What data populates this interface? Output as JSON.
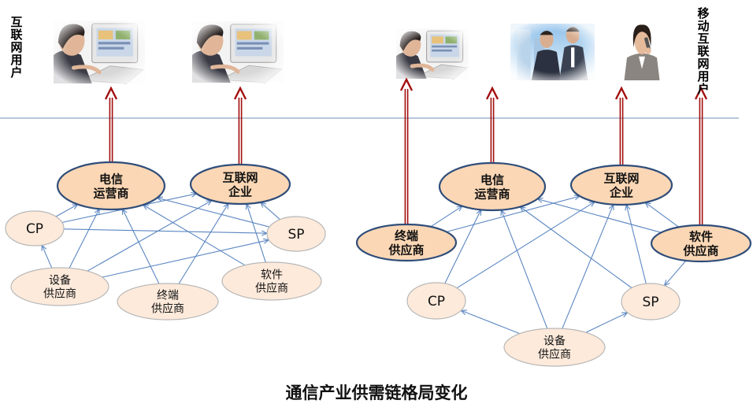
{
  "title": "通信产业供需链格局变化",
  "left_user_label": "互联网用户",
  "right_user_label": "移动互联网用户",
  "nodes": {
    "left_telecom_operator": [
      "电信",
      "运营商"
    ],
    "left_internet_enterprise": [
      "互联网",
      "企业"
    ],
    "left_cp": [
      "CP"
    ],
    "left_sp": [
      "SP"
    ],
    "left_equipment_supplier": [
      "设备",
      "供应商"
    ],
    "left_terminal_supplier": [
      "终端",
      "供应商"
    ],
    "left_software_supplier": [
      "软件",
      "供应商"
    ],
    "right_telecom_operator": [
      "电信",
      "运营商"
    ],
    "right_internet_enterprise": [
      "互联网",
      "企业"
    ],
    "right_terminal_supplier": [
      "终端",
      "供应商"
    ],
    "right_software_supplier": [
      "软件",
      "供应商"
    ],
    "right_cp": [
      "CP"
    ],
    "right_sp": [
      "SP"
    ],
    "right_equipment_supplier": [
      "设备",
      "供应商"
    ]
  },
  "icons": {
    "left_users": [
      "computer-user-icon",
      "computer-user-icon"
    ],
    "right_users": [
      "computer-user-icon",
      "business-people-icon",
      "phone-user-icon"
    ]
  },
  "colors": {
    "primary_node_fill": "#fbd7b5",
    "secondary_node_fill": "#fdeadb",
    "node_stroke_primary": "#2f4d7a",
    "node_stroke_secondary": "#b8b8b8",
    "edge": "#5b86c2",
    "user_arrow": "#a30e0e",
    "divider": "#6e8fb3"
  }
}
